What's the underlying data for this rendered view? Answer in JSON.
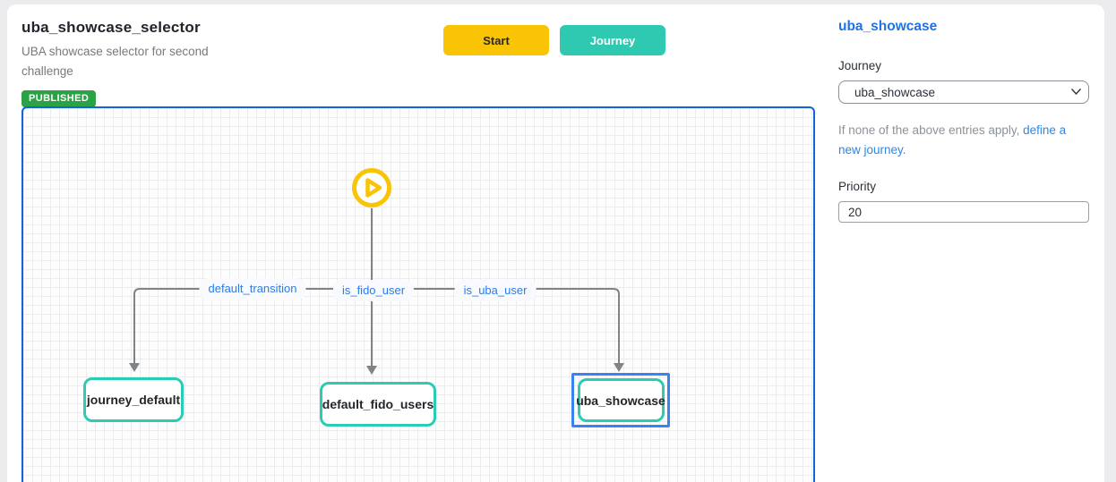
{
  "page": {
    "title": "uba_showcase_selector",
    "subtitle": "UBA showcase selector for second challenge",
    "status": "PUBLISHED"
  },
  "toolbar": {
    "start_label": "Start",
    "journey_label": "Journey"
  },
  "canvas": {
    "start_icon": "play-icon",
    "edges": [
      {
        "label": "default_transition"
      },
      {
        "label": "is_fido_user"
      },
      {
        "label": "is_uba_user"
      }
    ],
    "nodes": [
      {
        "label": "journey_default",
        "selected": false
      },
      {
        "label": "default_fido_users",
        "selected": false
      },
      {
        "label": "uba_showcase",
        "selected": true
      }
    ]
  },
  "panel": {
    "title": "uba_showcase",
    "journey_label": "Journey",
    "journey_value": "uba_showcase",
    "hint_text": "If none of the above entries apply, ",
    "hint_link": "define a new journey.",
    "priority_label": "Priority",
    "priority_value": "20"
  },
  "colors": {
    "accent_yellow": "#f9c306",
    "accent_teal": "#2fc9b2",
    "node_border_teal": "#2bccb3",
    "selection_blue": "#3a82f2",
    "canvas_border_blue": "#1464d9",
    "heading_blue": "#1d73e8",
    "link_blue": "#2f87e2",
    "edge_label_blue": "#2b7ce8",
    "published_green": "#2ba245",
    "edge_gray": "#808487"
  }
}
